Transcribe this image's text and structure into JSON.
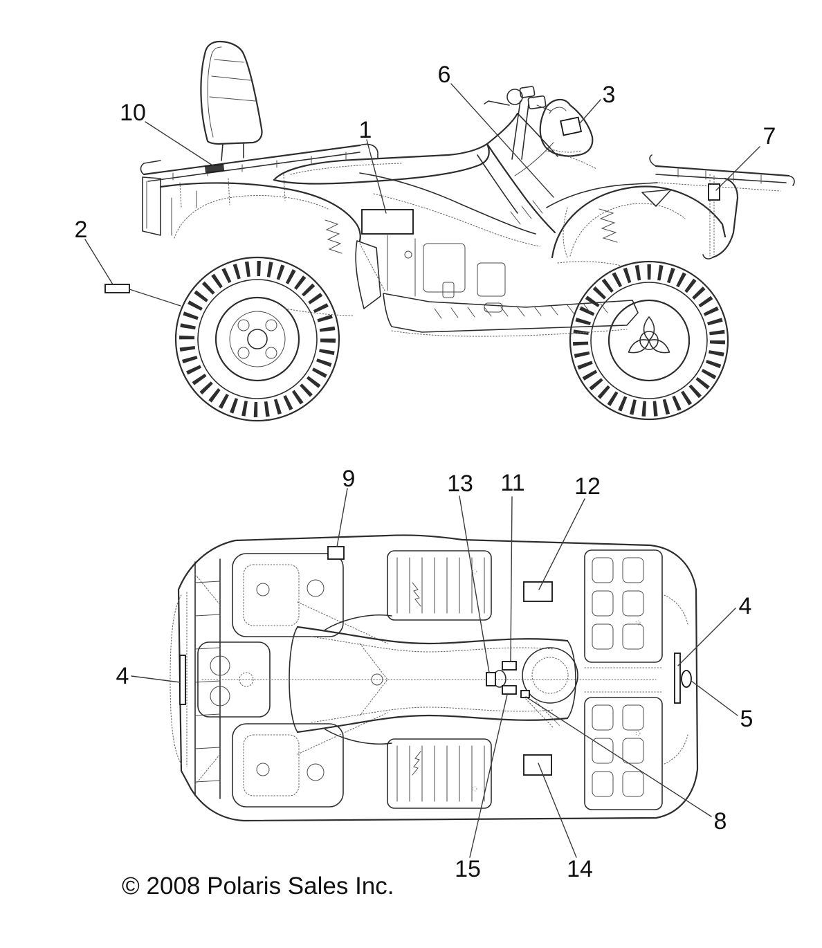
{
  "diagram": {
    "copyright": "© 2008 Polaris Sales Inc.",
    "callouts": {
      "n1": "1",
      "n2": "2",
      "n3": "3",
      "n4": "4",
      "n5": "5",
      "n6": "6",
      "n7": "7",
      "n8": "8",
      "n9": "9",
      "n10": "10",
      "n11": "11",
      "n12": "12",
      "n13": "13",
      "n14": "14",
      "n15": "15"
    },
    "views": {
      "side_view_callouts": [
        "10",
        "1",
        "6",
        "3",
        "7",
        "2"
      ],
      "top_view_callouts": [
        "9",
        "13",
        "11",
        "12",
        "4",
        "4",
        "5",
        "8",
        "15",
        "14"
      ]
    }
  }
}
